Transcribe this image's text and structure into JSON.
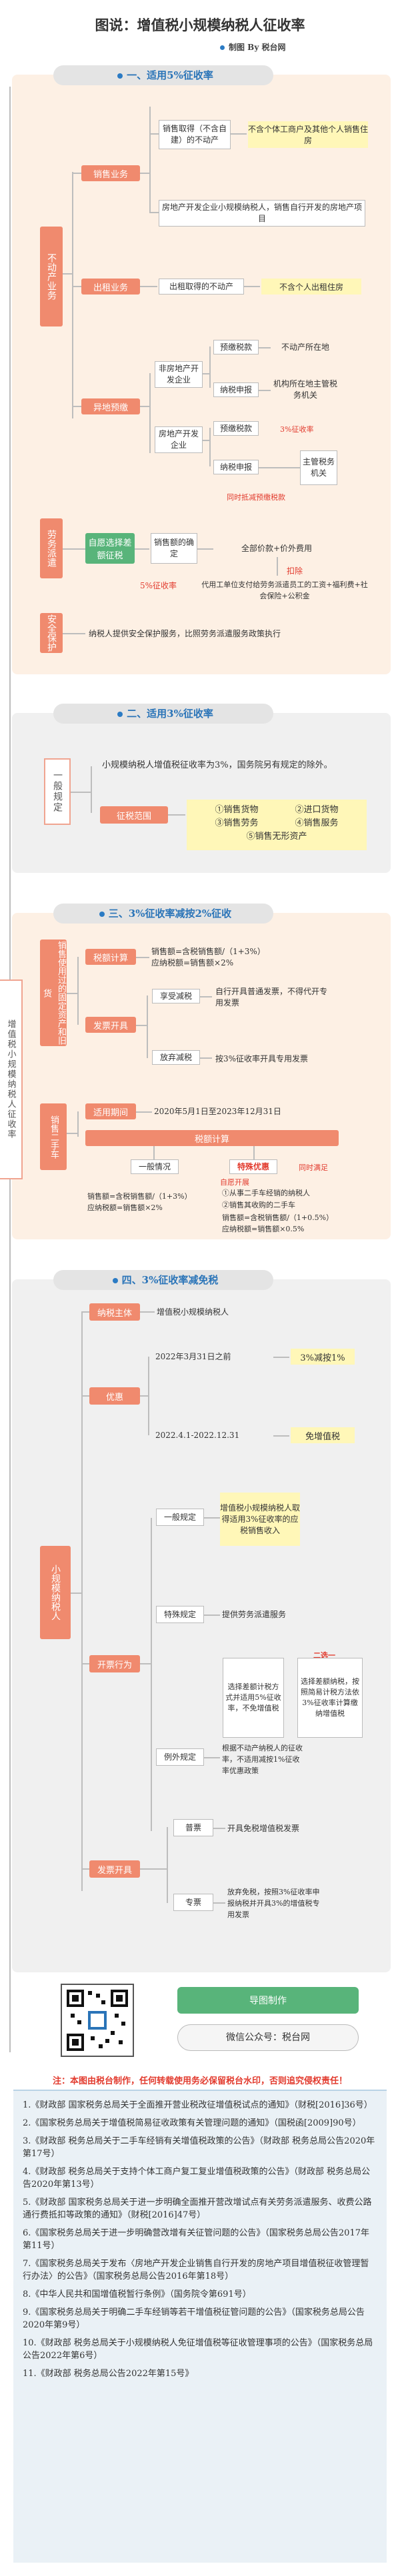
{
  "title": "图说：增值税小规模纳税人征收率",
  "maker": "制图 By 税台网",
  "s1": {
    "header": "一、适用5%征收率",
    "left1": "不动产业务",
    "sale": "销售业务",
    "sale_a": "销售取得（不含自建）的不动产",
    "sale_a_note": "不含个体工商户及其他个人销售住房",
    "sale_b": "房地产开发企业小规模纳税人，销售自行开发的房地产项目",
    "lease": "出租业务",
    "lease_a": "出租取得的不动产",
    "lease_a_note": "不含个人出租住房",
    "diff": "异地预缴",
    "diff_a": "非房地产开发企业",
    "diff_b": "房地产开发企业",
    "prepay1": "预缴税款",
    "prepay1_to": "不动产所在地",
    "declare1": "纳税申报",
    "declare1_to": "机构所在地主管税务机关",
    "prepay2": "预缴税款",
    "prepay2_rate": "3%征收率",
    "declare2": "纳税申报",
    "declare2_to": "主管税务机关",
    "diff_note": "同时抵减预缴税款",
    "left2": "劳务派遣",
    "dispatch_choice": "自愿选择差额征税",
    "dispatch_base": "销售额的确定",
    "dispatch_formula": "全部价款+价外费用",
    "dispatch_minus": "扣除",
    "dispatch_deduct": "代用工单位支付给劳务派遣员工的工资+福利费+社会保险+公积金",
    "dispatch_rate": "5%征收率",
    "left3": "安全保护",
    "security": "纳税人提供安全保护服务，比照劳务派遣服务政策执行"
  },
  "s2": {
    "header": "二、适用3%征收率",
    "left": "一般规定",
    "text": "小规模纳税人增值税征收率为3%，国务院另有规定的除外。",
    "scope": "征税范围",
    "items": [
      "①销售货物",
      "②进口货物",
      "③销售劳务",
      "④销售服务",
      "⑤销售无形资产"
    ]
  },
  "s3": {
    "header": "三、3%征收率减按2%征收",
    "left_big": "增值税小规模纳税人征收率",
    "left1": "销售使用过的固定资产和旧货",
    "calc": "税额计算",
    "calc_text": "销售额=含税销售额/（1+3%）\n应纳税额=销售额×2%",
    "inv": "发票开具",
    "enjoy": "享受减税",
    "enjoy_text": "自行开具普通发票，不得代开专用发票",
    "give": "放弃减税",
    "give_text": "按3%征收率开具专用发票",
    "left2": "销售二手车",
    "period": "适用期间",
    "period_text": "2020年5月1日至2023年12月31日",
    "calc2": "税额计算",
    "general": "一般情况",
    "special": "特殊优惠",
    "special_sub": "自愿开展",
    "special_note": "同时满足",
    "general_text": "销售额=含税销售额/（1+3%）\n应纳税额=销售额×2%",
    "special_text1": "①从事二手车经销的纳税人",
    "special_text2": "②销售其收购的二手车",
    "special_text3": "销售额=含税销售额/（1+0.5%）\n应纳税额=销售额×0.5%"
  },
  "s4": {
    "header": "四、3%征收率减免税",
    "left": "小规模纳税人",
    "subj": "纳税主体",
    "subj_text": "增值税小规模纳税人",
    "pref": "优惠",
    "pref1_date": "2022年3月31日之前",
    "pref1_val": "3%减按1%",
    "pref2_date": "2022.4.1-2022.12.31",
    "pref2_val": "免增值税",
    "inv_act": "开票行为",
    "gen": "一般规定",
    "gen_text": "增值税小规模纳税人取得适用3%征收率的应税销售收入",
    "spec": "特殊规定",
    "spec_text": "提供劳务派遣服务",
    "spec_choose": "二选一",
    "spec_a": "选择差额计税方式并适用5%征收率，不免增值税",
    "spec_b": "选择差额纳税，按照简易计税方法依3%征收率计算缴纳增值税",
    "exc": "例外规定",
    "exc_text": "根据不动产纳税人的征收率，不适用减按1%征收率优惠政策",
    "inv": "发票开具",
    "normal": "普票",
    "normal_text": "开具免税增值税发票",
    "vat": "专票",
    "vat_text": "放弃免税，按照3%征收率申报纳税并开具3%的增值税专用发票"
  },
  "qr": {
    "btn1": "导图制作",
    "btn2": "微信公众号：税台网"
  },
  "disclaimer": "注：本图由税台制作，任何转载使用务必保留税台水印，否则追究侵权责任！",
  "refs": [
    "1.《财政部 国家税务总局关于全面推开营业税改征增值税试点的通知》（财税[2016]36号）",
    "2.《国家税务总局关于增值税简易征收政策有关管理问题的通知》（国税函[2009]90号）",
    "3.《财政部 税务总局关于二手车经销有关增值税政策的公告》（财政部 税务总局公告2020年第17号）",
    "4.《财政部 税务总局关于支持个体工商户复工复业增值税政策的公告》（财政部 税务总局公告2020年第13号）",
    "5.《财政部 国家税务总局关于进一步明确全面推开营改增试点有关劳务派遣服务、收费公路通行费抵扣等政策的通知》（财税[2016]47号）",
    "6.《国家税务总局关于进一步明确营改增有关征管问题的公告》（国家税务总局公告2017年第11号）",
    "7.《国家税务总局关于发布〈房地产开发企业销售自行开发的房地产项目增值税征收管理暂行办法〉的公告》（国家税务总局公告2016年第18号）",
    "8.《中华人民共和国增值税暂行条例》（国务院令第691号）",
    "9.《国家税务总局关于明确二手车经销等若干增值税征管问题的公告》（国家税务总局公告2020年第9号）",
    "10.《财政部 税务总局关于小规模纳税人免征增值税等征收管理事项的公告》（国家税务总局公告2022年第6号）",
    "11.《财政部 税务总局公告2022年第15号》"
  ],
  "colors": {
    "accent": "#f08a6e",
    "green": "#58b47a",
    "blue": "#2a74b8",
    "yellow": "#fff7b8",
    "red": "#e23b2e"
  }
}
